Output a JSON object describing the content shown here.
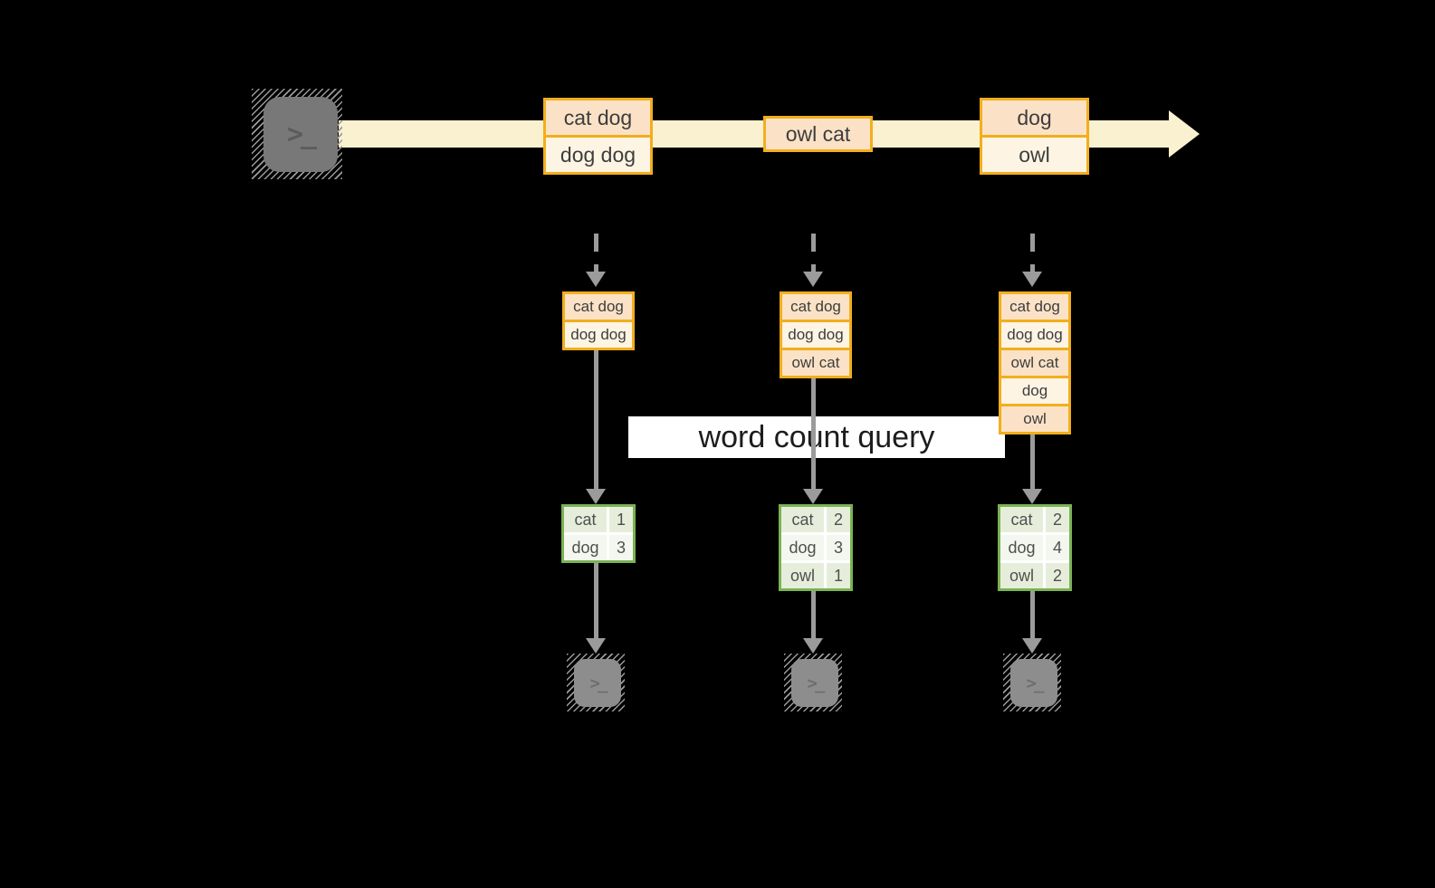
{
  "banner": {
    "label": "word count query"
  },
  "icons": {
    "terminal": "terminal-icon",
    "prompt_glyph": ">_"
  },
  "colors": {
    "background": "#000000",
    "stream_band": "#faf1d0",
    "event_border": "#f2ae1c",
    "event_fill_a": "#fbe2c6",
    "event_fill_b": "#fdf4e3",
    "arrow_gray": "#9b9b9b",
    "table_border": "#7ab254",
    "table_fill_a": "#e6eedb",
    "table_fill_b": "#f3f7ef",
    "banner_bg": "#ffffff"
  },
  "stream": {
    "events": [
      {
        "rows": [
          "cat dog",
          "dog dog"
        ]
      },
      {
        "rows": [
          "owl cat"
        ]
      },
      {
        "rows": [
          "dog",
          "owl"
        ]
      }
    ]
  },
  "columns": [
    {
      "buffer": [
        "cat dog",
        "dog dog"
      ],
      "counts": [
        {
          "word": "cat",
          "count": "1"
        },
        {
          "word": "dog",
          "count": "3"
        }
      ]
    },
    {
      "buffer": [
        "cat dog",
        "dog dog",
        "owl cat"
      ],
      "counts": [
        {
          "word": "cat",
          "count": "2"
        },
        {
          "word": "dog",
          "count": "3"
        },
        {
          "word": "owl",
          "count": "1"
        }
      ]
    },
    {
      "buffer": [
        "cat dog",
        "dog dog",
        "owl cat",
        "dog",
        "owl"
      ],
      "counts": [
        {
          "word": "cat",
          "count": "2"
        },
        {
          "word": "dog",
          "count": "4"
        },
        {
          "word": "owl",
          "count": "2"
        }
      ]
    }
  ]
}
